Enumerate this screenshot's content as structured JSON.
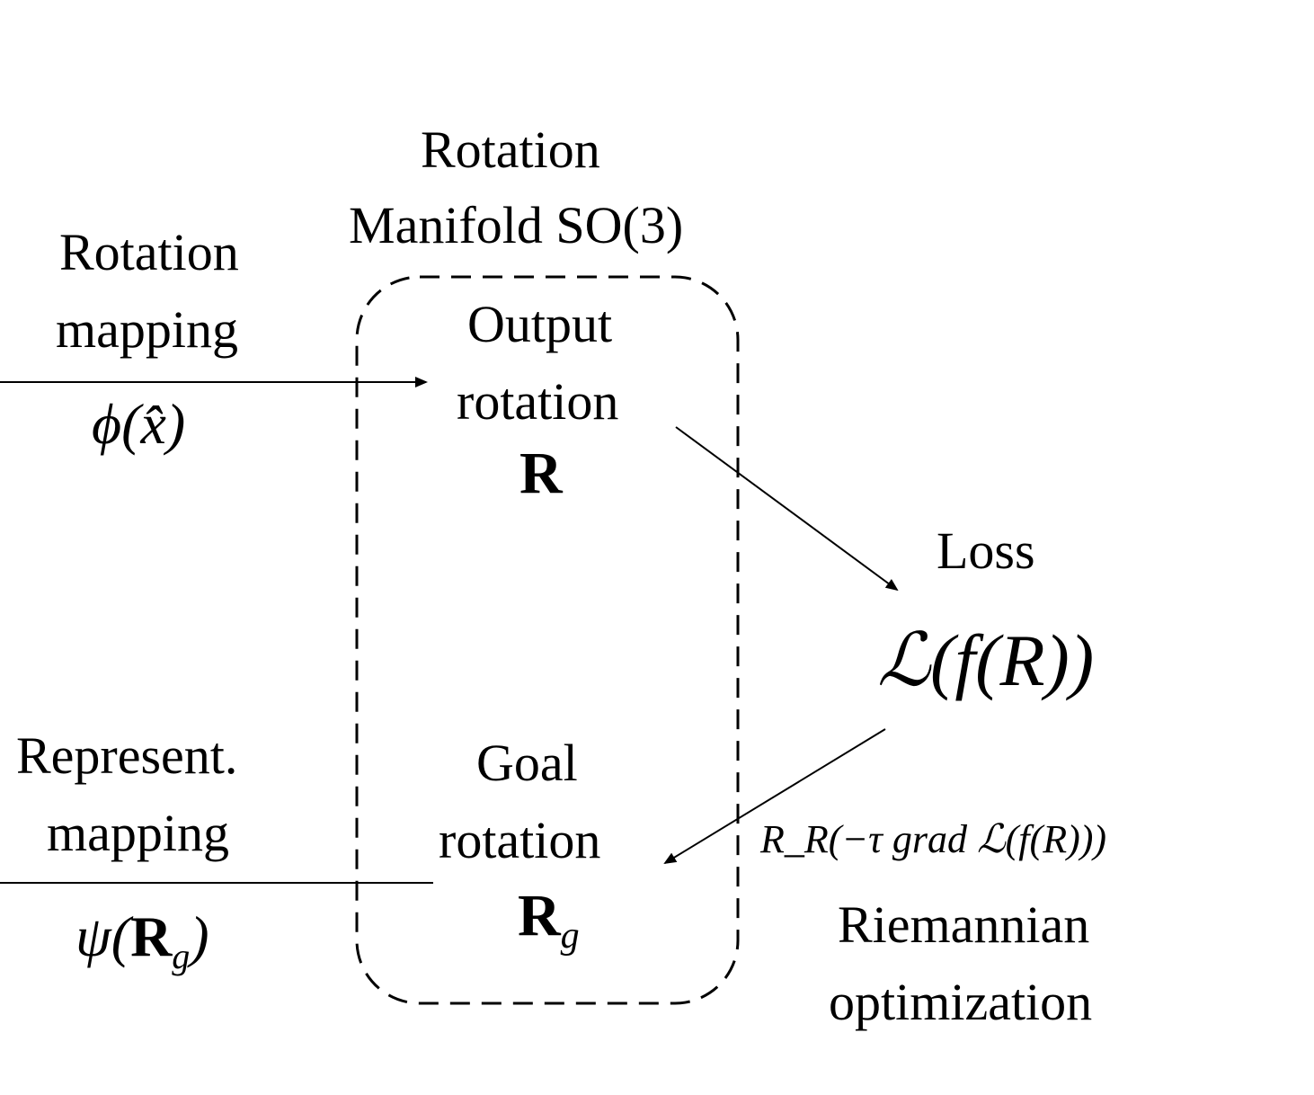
{
  "manifold": {
    "title_line1": "Rotation",
    "title_line2": "Manifold SO(3)"
  },
  "rotation_mapping": {
    "line1": "Rotation",
    "line2": "mapping",
    "formula": "ϕ(x̂)"
  },
  "represent_mapping": {
    "line1": "Represent.",
    "line2": "mapping",
    "formula_fn": "ψ(",
    "formula_R": "R",
    "formula_sub": "g",
    "formula_close": ")"
  },
  "output_rotation": {
    "line1": "Output",
    "line2": "rotation",
    "symbol": "R"
  },
  "goal_rotation": {
    "line1": "Goal",
    "line2": "rotation",
    "symbol": "R",
    "sub": "g"
  },
  "loss": {
    "label": "Loss",
    "formula": "ℒ(f(R))"
  },
  "optimization": {
    "retraction": "R_R(−τ grad ℒ(f(R)))",
    "line1": "Riemannian",
    "line2": "optimization"
  }
}
